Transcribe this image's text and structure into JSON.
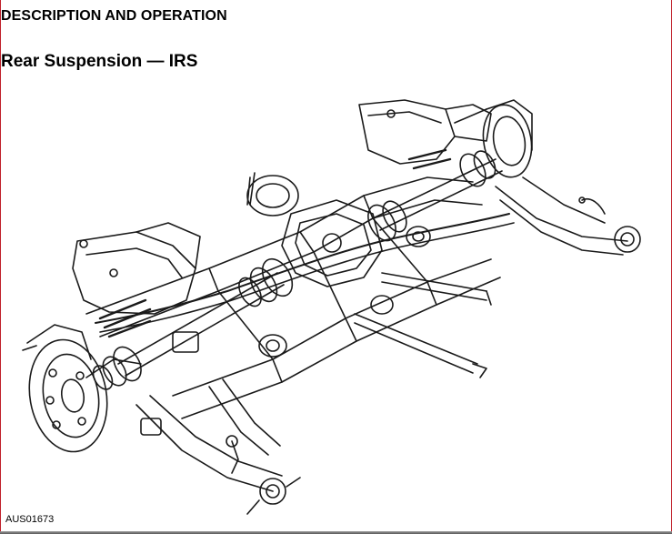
{
  "document": {
    "section_heading": "DESCRIPTION AND OPERATION",
    "title": "Rear Suspension — IRS"
  },
  "figure": {
    "caption_id": "AUS01673",
    "illustration": "rear-independent-suspension-assembly"
  },
  "colors": {
    "frame_border": "#c0202a",
    "line_art": "#1a1a1a",
    "background": "#ffffff"
  }
}
